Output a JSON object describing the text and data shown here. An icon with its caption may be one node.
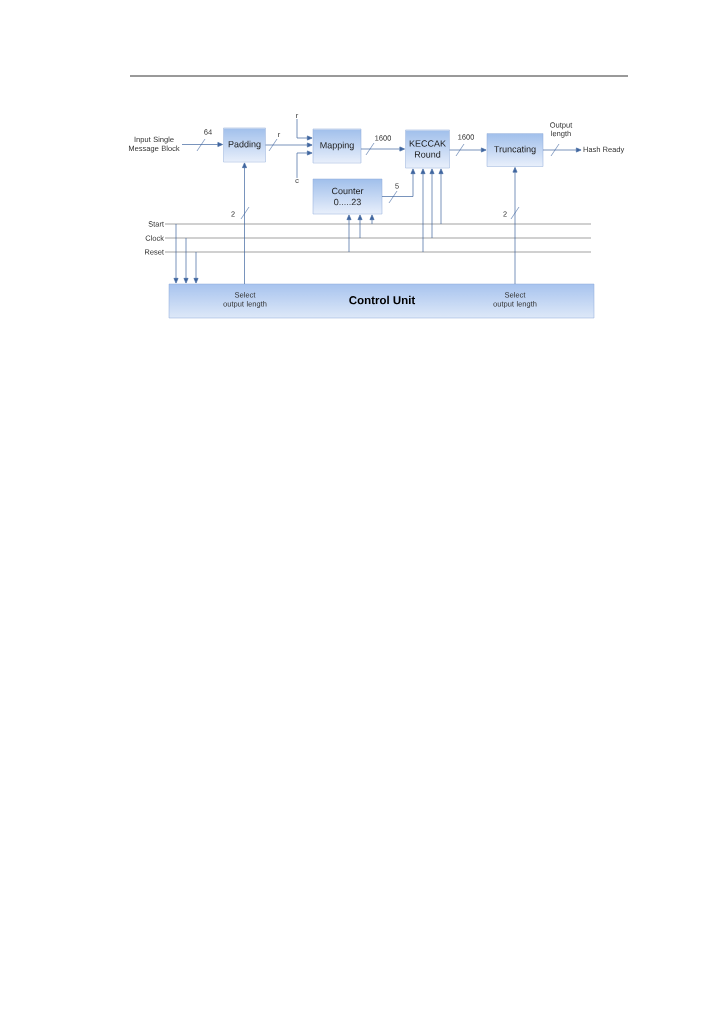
{
  "diagram": {
    "nodes": [
      {
        "text": [
          "Input Single Message Block"
        ]
      },
      {
        "text": [
          "Padding"
        ]
      },
      {
        "text": [
          "r"
        ]
      },
      {
        "text": [
          "Mapping"
        ]
      },
      {
        "text": [
          "c"
        ]
      },
      {
        "text": [
          "KECCAK Round"
        ]
      },
      {
        "text": [
          "Truncating"
        ]
      },
      {
        "text": [
          "Hash Ready"
        ]
      },
      {
        "text": [
          "Counter",
          "0.....23"
        ]
      },
      {
        "text": [
          "Start"
        ]
      },
      {
        "text": [
          "Clock"
        ]
      },
      {
        "text": [
          "Reset"
        ]
      },
      {
        "text": [
          "Select output length",
          "Control Unit",
          "Select output length"
        ]
      }
    ],
    "edges": [
      {
        "from": 0,
        "to": 1,
        "arrow": "to",
        "label": "64"
      },
      {
        "from": 1,
        "to": 3,
        "arrow": "to",
        "label": "r"
      },
      {
        "from": 2,
        "to": 3,
        "arrow": "to"
      },
      {
        "from": 4,
        "to": 3,
        "arrow": "to"
      },
      {
        "from": 3,
        "to": 5,
        "arrow": "to",
        "label": "1600"
      },
      {
        "from": 5,
        "to": 6,
        "arrow": "to",
        "label": "1600"
      },
      {
        "from": 6,
        "to": 7,
        "arrow": "to",
        "label": "Output length"
      },
      {
        "from": 8,
        "to": 5,
        "arrow": "to",
        "label": "5"
      },
      {
        "from": 12,
        "to": 1,
        "arrow": "to",
        "label": "2"
      },
      {
        "from": 12,
        "to": 6,
        "arrow": "to",
        "label": "2"
      },
      {
        "from": 9,
        "to": 12,
        "arrow": "to"
      },
      {
        "from": 10,
        "to": 12,
        "arrow": "to"
      },
      {
        "from": 11,
        "to": 12,
        "arrow": "to"
      },
      {
        "from": 9,
        "to": 8,
        "arrow": "to"
      },
      {
        "from": 10,
        "to": 8,
        "arrow": "to"
      },
      {
        "from": 11,
        "to": 8,
        "arrow": "to"
      },
      {
        "from": 9,
        "to": 5,
        "arrow": "to"
      },
      {
        "from": 10,
        "to": 5,
        "arrow": "to"
      },
      {
        "from": 11,
        "to": 5,
        "arrow": "to"
      }
    ]
  }
}
